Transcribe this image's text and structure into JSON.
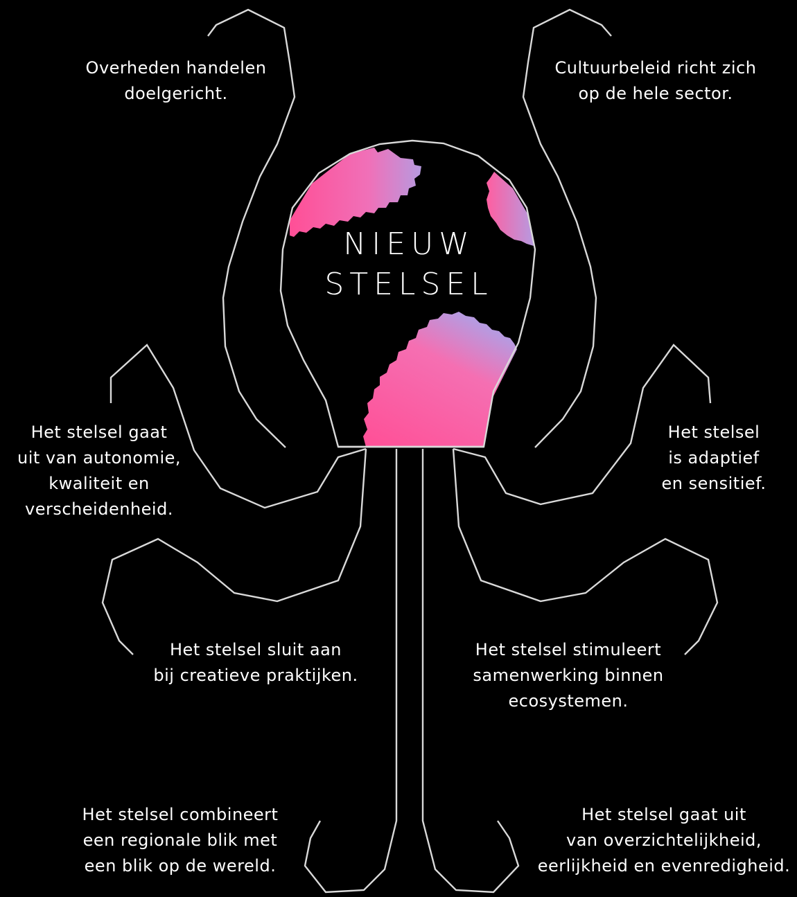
{
  "center": {
    "line1": "NIEUW",
    "line2": "STELSEL"
  },
  "labels": {
    "top_left": [
      "Overheden handelen",
      "doelgericht."
    ],
    "top_right": [
      "Cultuurbeleid richt zich",
      "op de hele sector."
    ],
    "mid_left": [
      "Het stelsel gaat",
      "uit van autonomie,",
      "kwaliteit en",
      "verscheidenheid."
    ],
    "mid_right": [
      "Het stelsel",
      "is adaptief",
      "en sensitief."
    ],
    "low_left": [
      "Het stelsel sluit aan",
      "bij creatieve praktijken."
    ],
    "low_right": [
      "Het stelsel stimuleert",
      "samenwerking binnen",
      "ecosystemen."
    ],
    "bottom_left": [
      "Het stelsel combineert",
      "een regionale blik met",
      "een blik op de wereld."
    ],
    "bottom_right": [
      "Het stelsel gaat uit",
      "van overzichtelijkheid,",
      "eerlijkheid en evenredigheid."
    ]
  },
  "colors": {
    "background": "#000000",
    "line": "#d9d9d9",
    "blob_pink": "#ff4f96",
    "blob_lilac": "#b79ae0"
  }
}
